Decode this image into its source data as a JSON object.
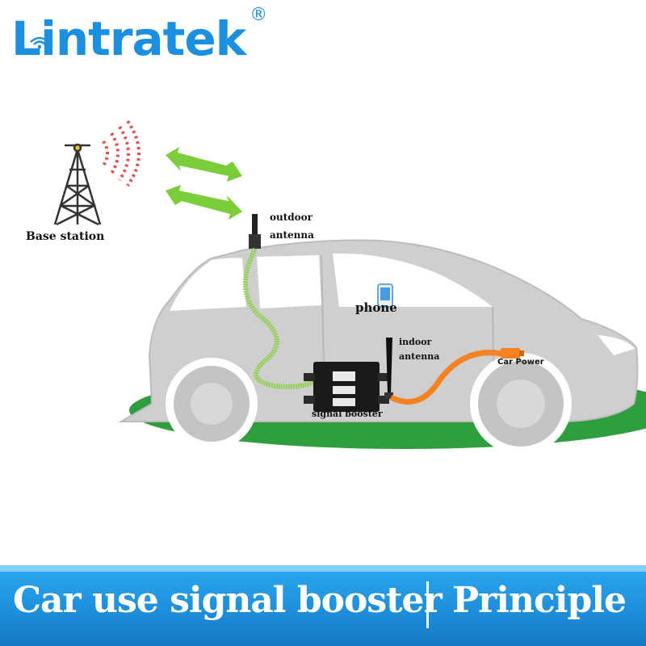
{
  "brand": {
    "name": "Lintratek",
    "registered_mark": "®",
    "color": "#1c8fe0"
  },
  "labels": {
    "base_station": "Base station",
    "outdoor_antenna_line1": "outdoor",
    "outdoor_antenna_line2": "antenna",
    "phone": "phone",
    "indoor_antenna_line1": "indoor",
    "indoor_antenna_line2": "antenna",
    "car_power": "Car Power",
    "signal_booster": "signal booster"
  },
  "banner": {
    "title": "Car use signal booster",
    "subtitle": "Principle",
    "color": "#1f8fdc"
  },
  "colors": {
    "green_cable": "#8fd14f",
    "orange_cable": "#f58220",
    "ground": "#2e9e3e",
    "car_body": "#cfcfcf",
    "signal_waves": "#e05050",
    "arrows": "#7ccd3a"
  },
  "icons": [
    "tower-icon",
    "phone-icon",
    "booster-icon",
    "antenna-icon"
  ]
}
